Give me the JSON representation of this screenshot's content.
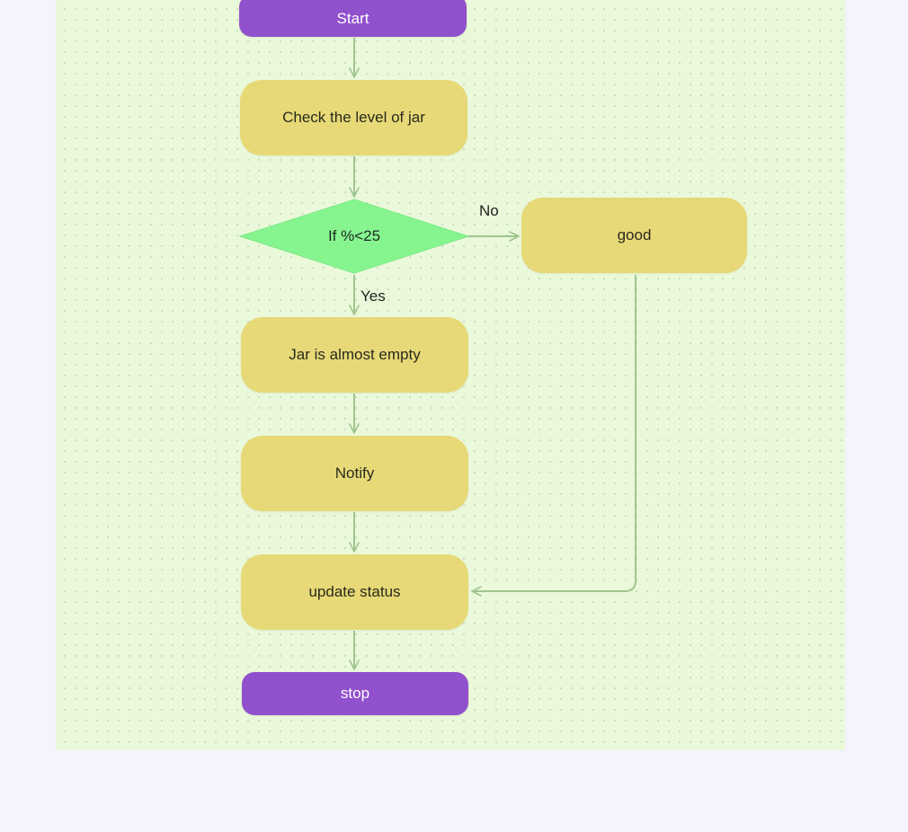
{
  "flowchart": {
    "nodes": {
      "start": "Start",
      "check_level": "Check the level of jar",
      "decision": "If %<25",
      "good": "good",
      "almost_empty": "Jar is almost empty",
      "notify": "Notify",
      "update_status": "update status",
      "stop": "stop"
    },
    "edge_labels": {
      "no": "No",
      "yes": "Yes"
    },
    "colors": {
      "terminal": "#9150cc",
      "process": "#e7d977",
      "decision": "#86f590",
      "connector": "#9fc58f",
      "canvas": "#eaf9da",
      "page": "#f4f3fe"
    }
  }
}
